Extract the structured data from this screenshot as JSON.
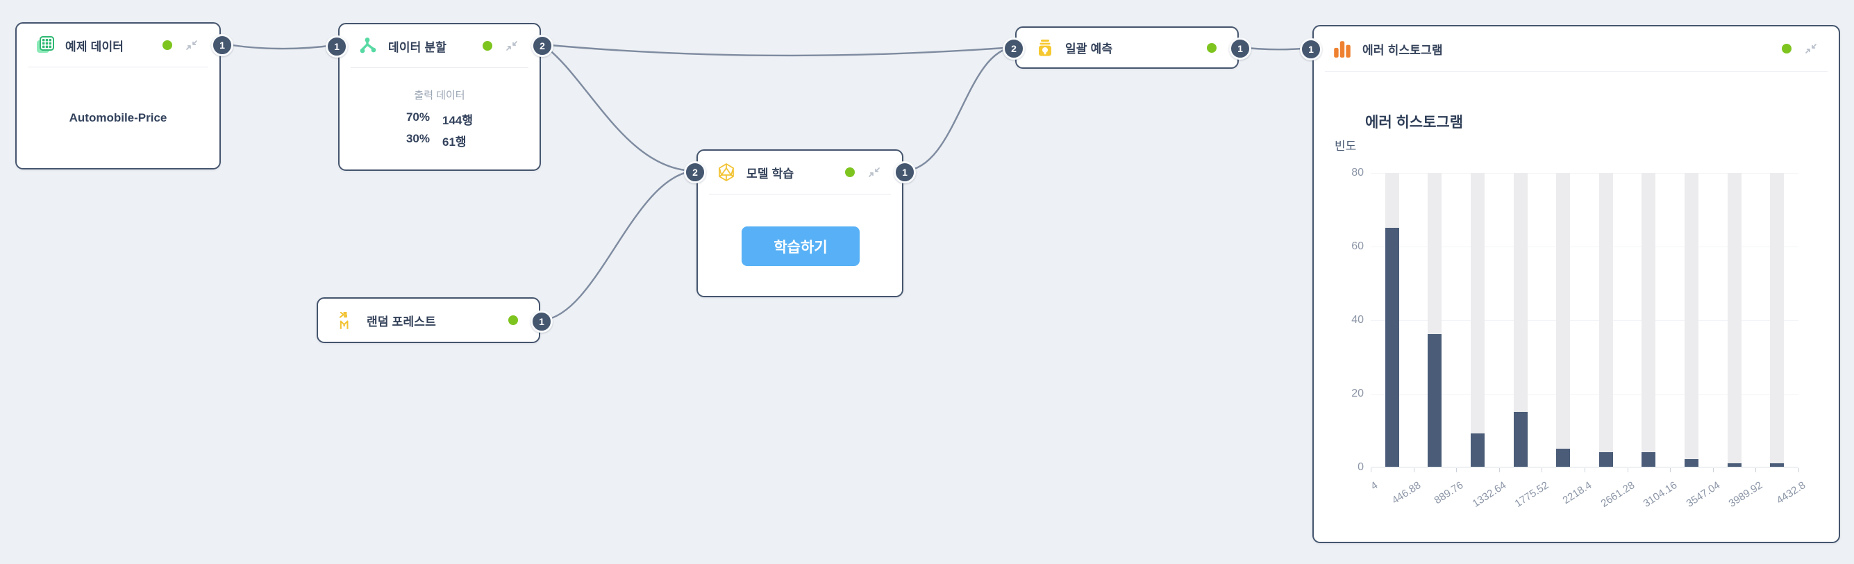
{
  "canvas": {
    "background": "#edf0f4"
  },
  "colors": {
    "node_border": "#45556e",
    "port_fill": "#45566f",
    "status_green": "#7ec41f",
    "edge": "#7e8ba0",
    "icon_green": "#2eb872",
    "icon_mint": "#57d9a3",
    "icon_yellow": "#f2c232",
    "icon_orange": "#ee8130",
    "button_blue": "#58b1f6",
    "bar_navy": "#4a5c78",
    "bar_track": "#ececee"
  },
  "nodes": {
    "sample_data": {
      "title": "예제 데이터",
      "out_port": "1",
      "body": "Automobile-Price"
    },
    "data_split": {
      "title": "데이터 분할",
      "in_port": "1",
      "out_port": "2",
      "body_label": "출력 데이터",
      "rows": [
        {
          "pct": "70%",
          "count": "144행"
        },
        {
          "pct": "30%",
          "count": "61행"
        }
      ]
    },
    "model_train": {
      "title": "모델 학습",
      "in_port": "2",
      "out_port": "1",
      "button_label": "학습하기"
    },
    "random_forest": {
      "title": "랜덤 포레스트",
      "out_port": "1"
    },
    "batch_predict": {
      "title": "일괄 예측",
      "in_port": "2",
      "out_port": "1"
    },
    "error_histogram": {
      "title": "에러 히스토그램",
      "in_port": "1"
    }
  },
  "chart_data": {
    "type": "bar",
    "subtype": "histogram",
    "title": "에러 히스토그램",
    "xlabel": "",
    "ylabel": "빈도",
    "bin_edges": [
      4,
      446.88,
      889.76,
      1332.64,
      1775.52,
      2218.4,
      2661.28,
      3104.16,
      3547.04,
      3989.92,
      4432.8
    ],
    "frequencies": [
      65,
      36,
      9,
      15,
      5,
      4,
      4,
      2,
      1,
      1
    ],
    "yticks": [
      0,
      20,
      40,
      60,
      80
    ],
    "ylim": [
      0,
      80
    ],
    "grid": true,
    "legend": false,
    "bar_color": "#4a5c78",
    "track_color": "#ececee"
  }
}
